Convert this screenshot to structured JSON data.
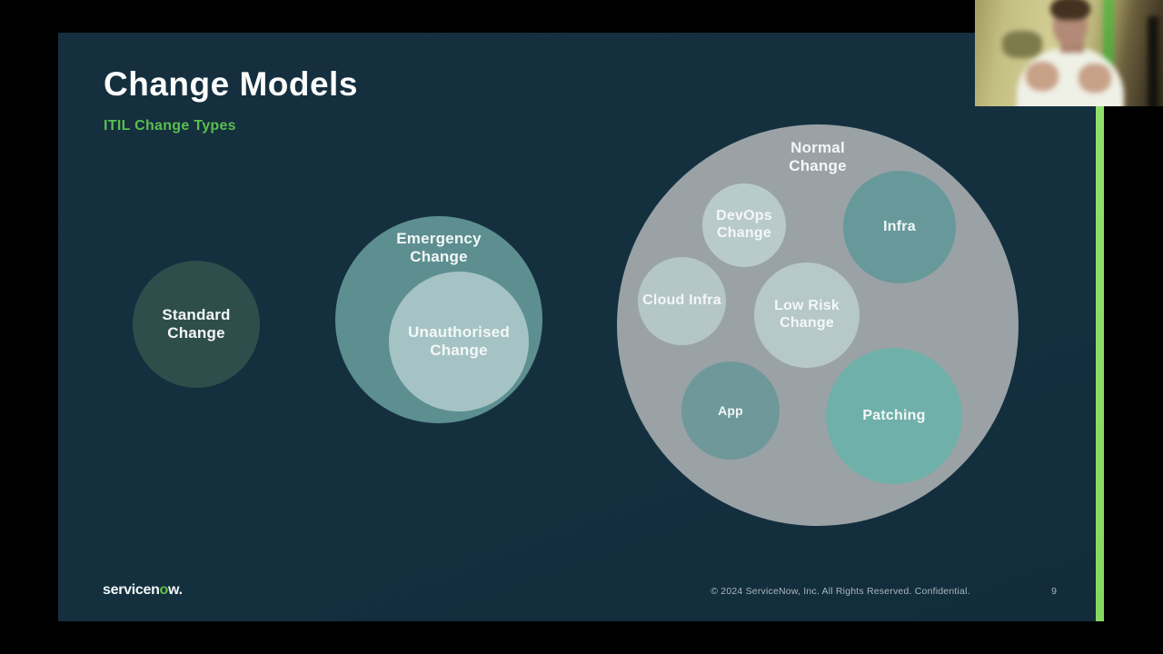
{
  "slide": {
    "title": "Change Models",
    "subtitle": "ITIL Change Types",
    "page_number": "9",
    "footer": {
      "logo_part1": "servicen",
      "logo_part2": "o",
      "logo_part3": "w.",
      "copyright": "© 2024 ServiceNow, Inc. All Rights Reserved. Confidential."
    }
  },
  "diagram": {
    "type": "venn-bubbles",
    "groups": [
      {
        "label": "Standard Change",
        "children": []
      },
      {
        "label": "Emergency Change",
        "children": [
          "Unauthorised Change"
        ]
      },
      {
        "label": "Normal Change",
        "children": [
          "DevOps Change",
          "Infra",
          "Cloud Infra",
          "Low Risk Change",
          "App",
          "Patching"
        ]
      }
    ],
    "circles": {
      "standard": {
        "label": "Standard\nChange"
      },
      "emergency": {
        "label": "Emergency\nChange"
      },
      "unauthorised": {
        "label": "Unauthorised\nChange"
      },
      "normal": {
        "label": "Normal\nChange"
      },
      "devops": {
        "label": "DevOps\nChange"
      },
      "infra": {
        "label": "Infra"
      },
      "cloud_infra": {
        "label": "Cloud Infra"
      },
      "low_risk": {
        "label": "Low Risk\nChange"
      },
      "app": {
        "label": "App"
      },
      "patching": {
        "label": "Patching"
      }
    }
  },
  "colors": {
    "background": "#000000",
    "slide_bg": "#14303f",
    "accent_green_bar": "#86d95f",
    "subtitle_green": "#58bf4e",
    "logo_green": "#62bf46",
    "label_text": "#f4f7f7",
    "circle_standard": "#2e4e4b",
    "circle_emergency": "#5d8f91",
    "circle_unauthorised": "#a5c3c4",
    "circle_normal": "#9aa2a6",
    "circle_devops": "#b9cacc",
    "circle_infra": "#67999b",
    "circle_cloud_infra": "#b4c6c8",
    "circle_low_risk": "#b6c8ca",
    "circle_app": "#6e989a",
    "circle_patching": "#70b0ab"
  }
}
